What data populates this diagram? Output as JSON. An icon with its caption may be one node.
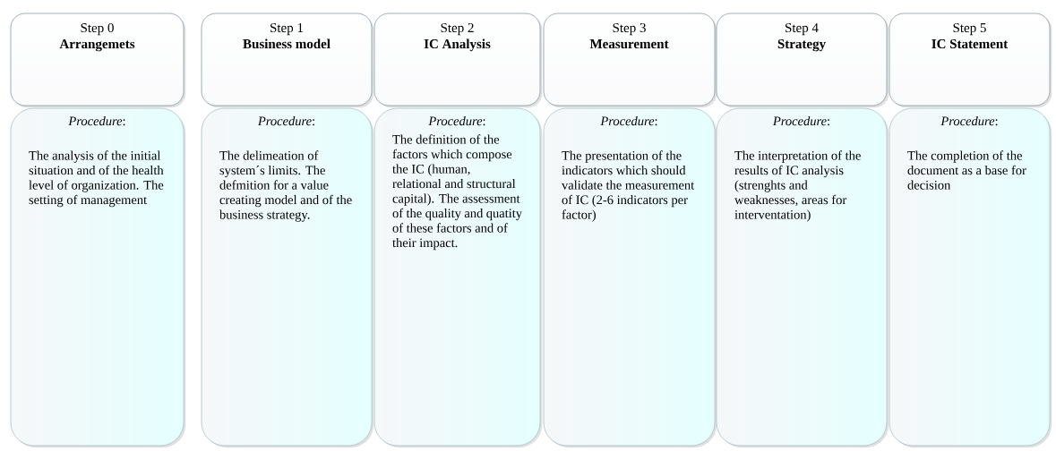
{
  "diagram": {
    "nodes": [
      {
        "text": [
          "Step 0",
          "Arrangemets"
        ]
      },
      {
        "text": [
          "Step 1",
          "Business model"
        ]
      },
      {
        "text": [
          "Step 2",
          "IC Analysis"
        ]
      },
      {
        "text": [
          "Step 3",
          "Measurement"
        ]
      },
      {
        "text": [
          "Step 4",
          "Strategy"
        ]
      },
      {
        "text": [
          "Step 5",
          "IC Statement"
        ]
      },
      {
        "text": [
          "*Procedure*:",
          "The analysis of the initial situation and of the health level of organization. The setting of management"
        ]
      },
      {
        "text": [
          "*Procedure*:",
          "The delimeation of system´s limits. The defmition for a value creating model and of the business strategy."
        ]
      },
      {
        "text": [
          "*Procedure*:",
          "The definition of the factors which compose the IC (human, relational and structural capital). The assessment of the quality and quatity of these factors and of their impact."
        ]
      },
      {
        "text": [
          "*Procedure*:",
          "The presentation of the indicators which should validate the measurement of IC (2-6 indicators per factor)"
        ]
      },
      {
        "text": [
          "*Procedure*:",
          "The interpretation of the results of IC analysis (strenghts and weaknesses, areas for interventation)"
        ]
      },
      {
        "text": [
          "*Procedure*:",
          "The completion of the document as a base for decision"
        ]
      }
    ]
  }
}
